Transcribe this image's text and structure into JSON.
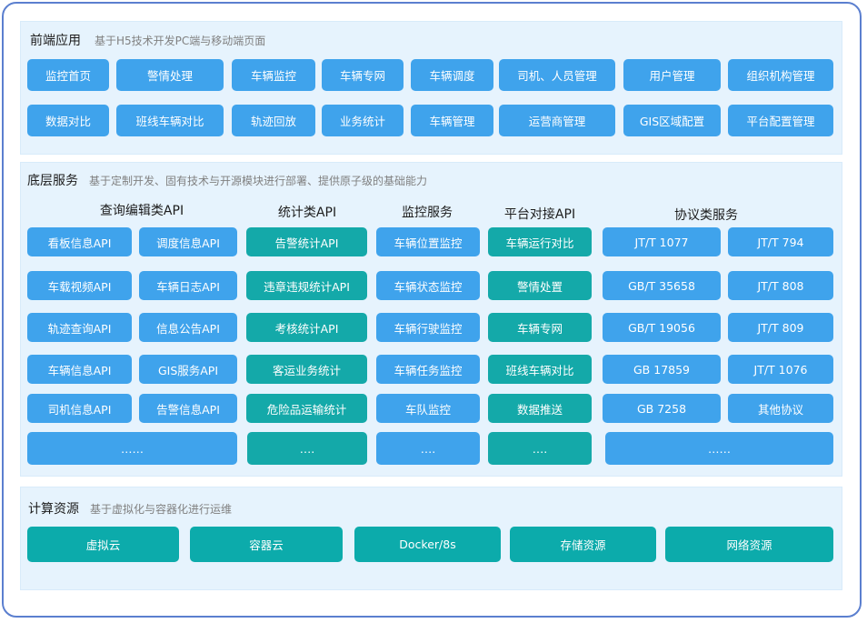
{
  "frontend": {
    "title": "前端应用",
    "subtitle": "基于H5技术开发PC端与移动端页面",
    "row1": [
      "监控首页",
      "警情处理",
      "车辆监控",
      "车辆专网",
      "车辆调度",
      "司机、人员管理",
      "用户管理",
      "组织机构管理"
    ],
    "row2": [
      "数据对比",
      "班线车辆对比",
      "轨迹回放",
      "业务统计",
      "车辆管理",
      "运营商管理",
      "GIS区域配置",
      "平台配置管理"
    ]
  },
  "service": {
    "title": "底层服务",
    "subtitle": "基于定制开发、固有技术与开源模块进行部署、提供原子级的基础能力",
    "headers": [
      "查询编辑类API",
      "统计类API",
      "监控服务",
      "平台对接API",
      "协议类服务"
    ],
    "query_left": [
      "看板信息API",
      "车载视频API",
      "轨迹查询API",
      "车辆信息API",
      "司机信息API"
    ],
    "query_right": [
      "调度信息API",
      "车辆日志API",
      "信息公告API",
      "GIS服务API",
      "告警信息API"
    ],
    "stats": [
      "告警统计API",
      "违章违规统计API",
      "考核统计API",
      "客运业务统计",
      "危险品运输统计"
    ],
    "monitor": [
      "车辆位置监控",
      "车辆状态监控",
      "车辆行驶监控",
      "车辆任务监控",
      "车队监控"
    ],
    "platform": [
      "车辆运行对比",
      "警情处置",
      "车辆专网",
      "班线车辆对比",
      "数据推送"
    ],
    "protocol_left": [
      "JT/T 1077",
      "GB/T 35658",
      "GB/T 19056",
      "GB 17859",
      "GB 7258"
    ],
    "protocol_right": [
      "JT/T 794",
      "JT/T 808",
      "JT/T 809",
      "JT/T 1076",
      "其他协议"
    ],
    "more": [
      "……",
      "….",
      "….",
      "….",
      "……"
    ]
  },
  "compute": {
    "title": "计算资源",
    "subtitle": "基于虚拟化与容器化进行运维",
    "items": [
      "虚拟云",
      "容器云",
      "Docker/8s",
      "存储资源",
      "网络资源"
    ]
  }
}
